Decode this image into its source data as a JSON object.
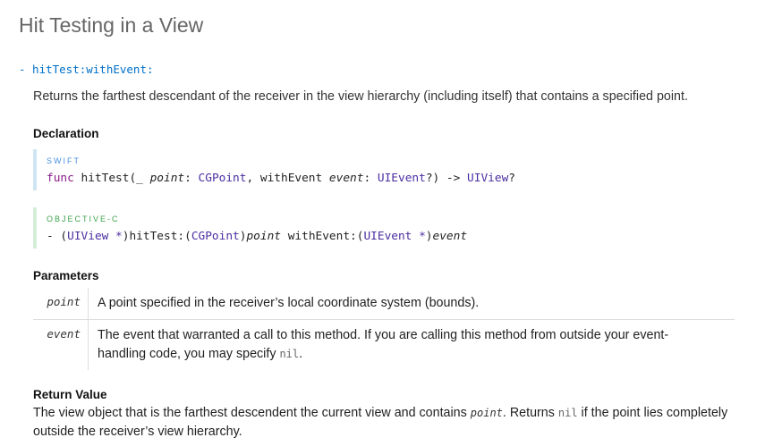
{
  "title": "Hit Testing in a View",
  "method": "- hitTest:withEvent:",
  "description": "Returns the farthest descendant of the receiver in the view hierarchy (including itself) that contains a specified point.",
  "declaration": {
    "heading": "Declaration",
    "swift": {
      "label": "SWIFT",
      "label_color": "#4a8fe0",
      "bar_color": "#cfe5f3",
      "tokens": [
        [
          "func",
          "kw"
        ],
        [
          " hitTest(_ ",
          ""
        ],
        [
          "point",
          "pa"
        ],
        [
          ": ",
          ""
        ],
        [
          "CGPoint",
          "ty"
        ],
        [
          ", withEvent ",
          ""
        ],
        [
          "event",
          "pa"
        ],
        [
          ": ",
          ""
        ],
        [
          "UIEvent",
          "ty"
        ],
        [
          "?) -> ",
          ""
        ],
        [
          "UIView",
          "ty"
        ],
        [
          "?",
          ""
        ]
      ]
    },
    "objc": {
      "label": "OBJECTIVE-C",
      "label_color": "#3fa34d",
      "bar_color": "#d4eed8",
      "tokens": [
        [
          "- (",
          ""
        ],
        [
          "UIView *",
          "ty"
        ],
        [
          ")hitTest:(",
          ""
        ],
        [
          "CGPoint",
          "ty"
        ],
        [
          ")",
          ""
        ],
        [
          "point",
          "pa"
        ],
        [
          " withEvent:(",
          ""
        ],
        [
          "UIEvent *",
          "ty"
        ],
        [
          ")",
          ""
        ],
        [
          "event",
          "pa"
        ]
      ]
    }
  },
  "parameters": {
    "heading": "Parameters",
    "items": [
      {
        "name": "point",
        "desc": "A point specified in the receiver’s local coordinate system (bounds)."
      },
      {
        "name": "event",
        "desc": "The event that warranted a call to this method. If you are calling this method from outside your event-handling code, you may specify ",
        "code": "nil",
        "tail": "."
      }
    ]
  },
  "return_value": {
    "heading": "Return Value",
    "pre": "The view object that is the farthest descendent the current view and contains ",
    "code1": "point",
    "mid": ". Returns ",
    "code2": "nil",
    "post": " if the point lies completely outside the receiver’s view hierarchy."
  }
}
